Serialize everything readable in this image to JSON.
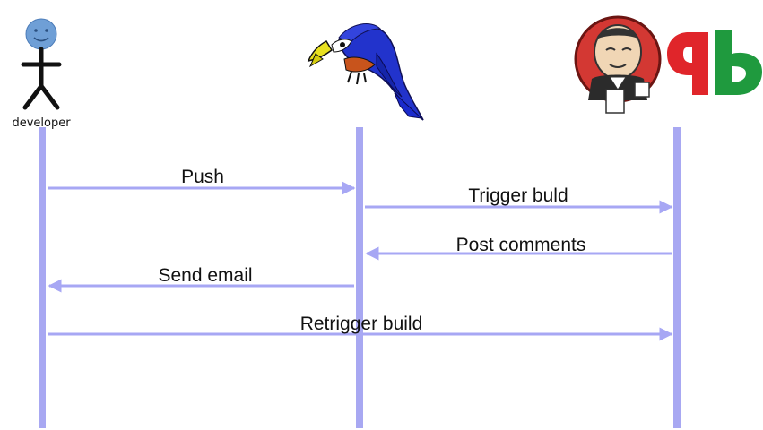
{
  "actors": {
    "developer": {
      "label": "developer",
      "icon": "stick-figure-icon"
    },
    "repository": {
      "icon": "parrot-icon"
    },
    "ci": {
      "icons": [
        "jenkins-butler-icon",
        "qb-logo-icon"
      ]
    }
  },
  "messages": [
    {
      "label": "Push",
      "from": "developer",
      "to": "repository"
    },
    {
      "label": "Trigger buld",
      "from": "repository",
      "to": "ci"
    },
    {
      "label": "Post comments",
      "from": "ci",
      "to": "repository"
    },
    {
      "label": "Send email",
      "from": "repository",
      "to": "developer"
    },
    {
      "label": "Retrigger build",
      "from": "developer",
      "to": "ci"
    }
  ],
  "colors": {
    "lifeline": "#a8a8f2",
    "arrow": "#a7a7f4",
    "figure_head": "#6f9fd6",
    "jenkins_red": "#d33833",
    "qb_red": "#e0252a",
    "qb_green": "#1f9a3e",
    "parrot_blue": "#2233cc"
  }
}
